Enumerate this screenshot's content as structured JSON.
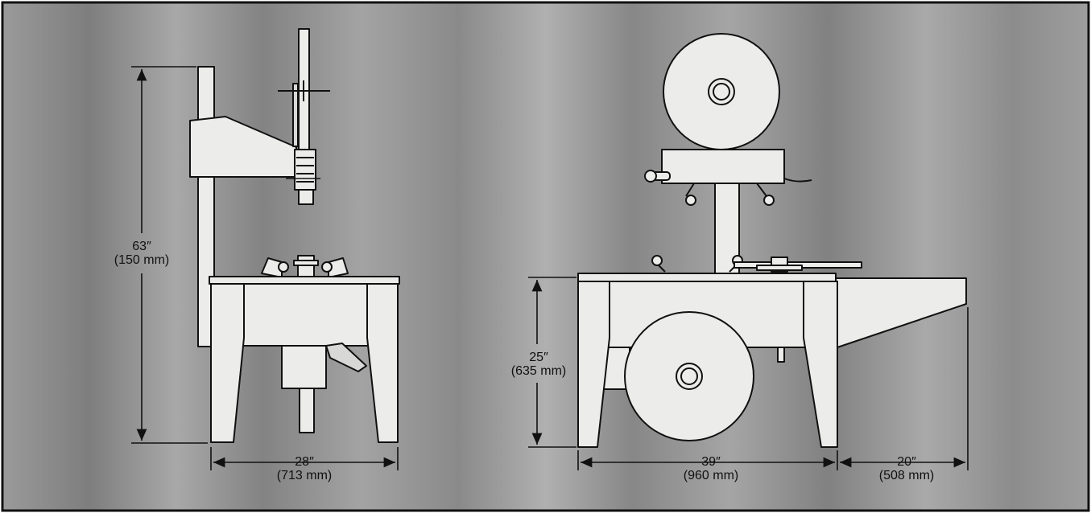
{
  "dimensions": {
    "side_height": {
      "inches": "63″",
      "mm": "(150 mm)"
    },
    "side_width": {
      "inches": "28″",
      "mm": "(713 mm)"
    },
    "front_height": {
      "inches": "25″",
      "mm": "(635 mm)"
    },
    "front_width": {
      "inches": "39″",
      "mm": "(960 mm)"
    },
    "front_extension": {
      "inches": "20″",
      "mm": "(508 mm)"
    }
  },
  "colors": {
    "background_gray": "#8e8e8e",
    "part_fill": "#ececea",
    "outline": "#111111"
  }
}
